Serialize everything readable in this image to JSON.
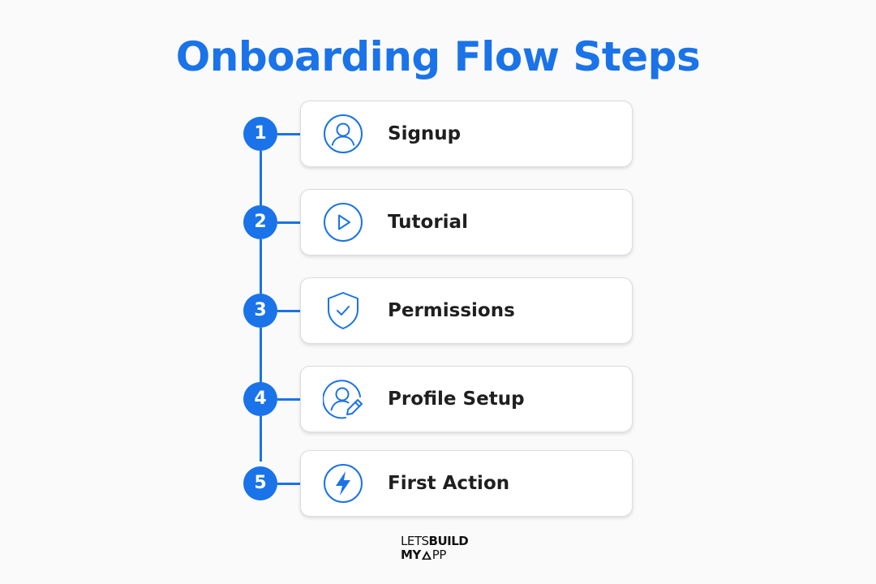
{
  "title": "Onboarding Flow Steps",
  "accent_color": "#1a73e8",
  "steps": [
    {
      "number": "1",
      "label": "Signup",
      "icon": "user-icon"
    },
    {
      "number": "2",
      "label": "Tutorial",
      "icon": "play-icon"
    },
    {
      "number": "3",
      "label": "Permissions",
      "icon": "shield-check-icon"
    },
    {
      "number": "4",
      "label": "Profile Setup",
      "icon": "user-edit-icon"
    },
    {
      "number": "5",
      "label": "First Action",
      "icon": "lightning-icon"
    }
  ],
  "brand": {
    "line1_light": "LETS",
    "line1_bold": "BUILD",
    "line2_bold": "MY",
    "line2_light": "PP"
  }
}
